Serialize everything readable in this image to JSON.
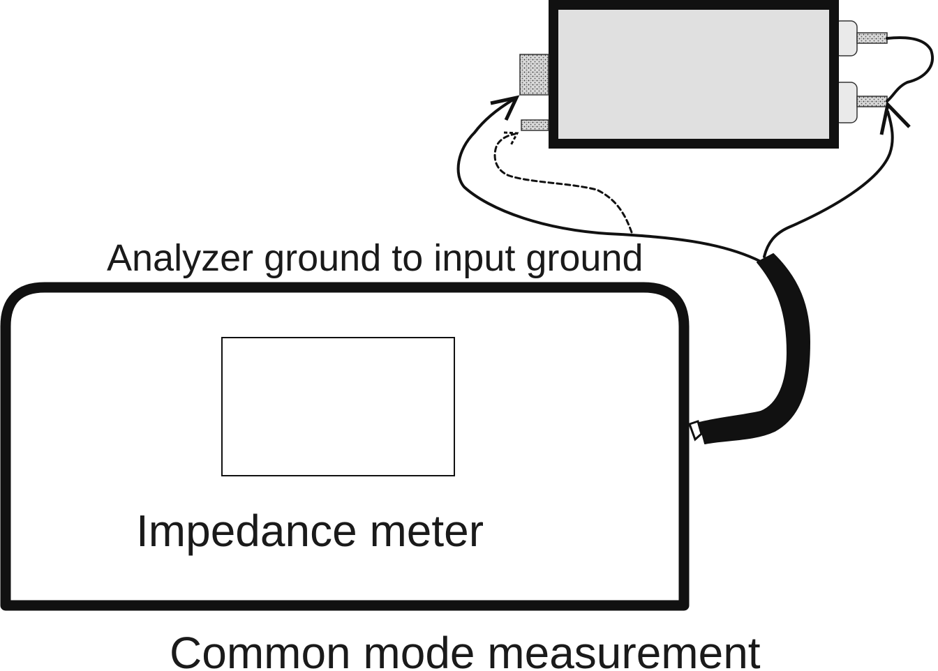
{
  "labels": {
    "ground_note": "Analyzer ground to input ground",
    "meter_name": "Impedance meter",
    "caption": "Common mode measurement"
  },
  "colors": {
    "ink": "#111111",
    "analyzer_fill": "#e0e0e0",
    "connector_fill": "#dcdcdc",
    "jack_fill": "#eaeaea",
    "background": "#ffffff"
  },
  "icons": {
    "meter": "impedance-meter-box",
    "display": "meter-display-screen",
    "analyzer": "analyzer-box",
    "cable": "test-lead-cable",
    "ground_link": "dashed-ground-link"
  }
}
